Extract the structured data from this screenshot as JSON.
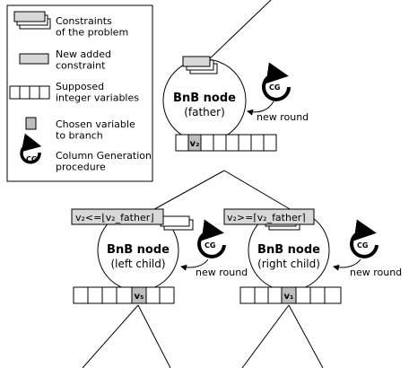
{
  "legend": {
    "constraints": "Constraints\nof the problem",
    "new_constraint": "New added\nconstraint",
    "integer_vars": "Supposed\ninteger variables",
    "chosen_var": "Chosen variable\nto branch",
    "cg_procedure": "Column Generation\nprocedure",
    "cg_badge": "CG"
  },
  "father": {
    "title": "BnB node",
    "subtitle": "(father)",
    "new_round": "new round",
    "cg": "CG",
    "chosen_var": "v₂"
  },
  "left": {
    "constraint": "v₂<=⌊v₂_father⌋",
    "title": "BnB node",
    "subtitle": "(left child)",
    "new_round": "new round",
    "cg": "CG",
    "chosen_var": "v₅"
  },
  "right": {
    "constraint": "v₂>=⌈v₂_father⌉",
    "title": "BnB node",
    "subtitle": "(right child)",
    "new_round": "new round",
    "cg": "CG",
    "chosen_var": "v₁"
  },
  "colors": {
    "highlight": "#d8d8d8",
    "stroke": "#000000",
    "background": "#ffffff"
  }
}
